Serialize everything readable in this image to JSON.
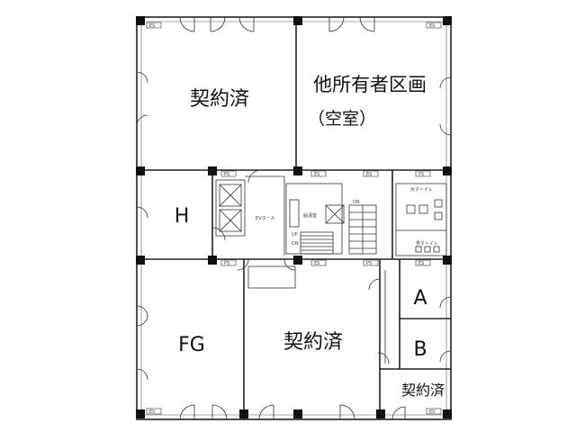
{
  "floor_plan": {
    "rooms": {
      "top_left": "契約済",
      "top_right_line1": "他所有者区画",
      "top_right_line2": "（空室）",
      "h_room": "H",
      "fg_room": "FG",
      "bottom_center": "契約済",
      "room_a": "A",
      "room_b": "B",
      "bottom_right": "契約済"
    },
    "tiny_labels": {
      "ps": "PS",
      "es": "ES",
      "ev_hall": "EVホール",
      "kyutou": "給湯室",
      "up": "UP",
      "dn": "DN",
      "womens_wc": "女子トイレ",
      "mens_wc": "男子トイレ"
    },
    "colors": {
      "wall": "#222222",
      "column": "#111111",
      "background": "#ffffff"
    }
  }
}
